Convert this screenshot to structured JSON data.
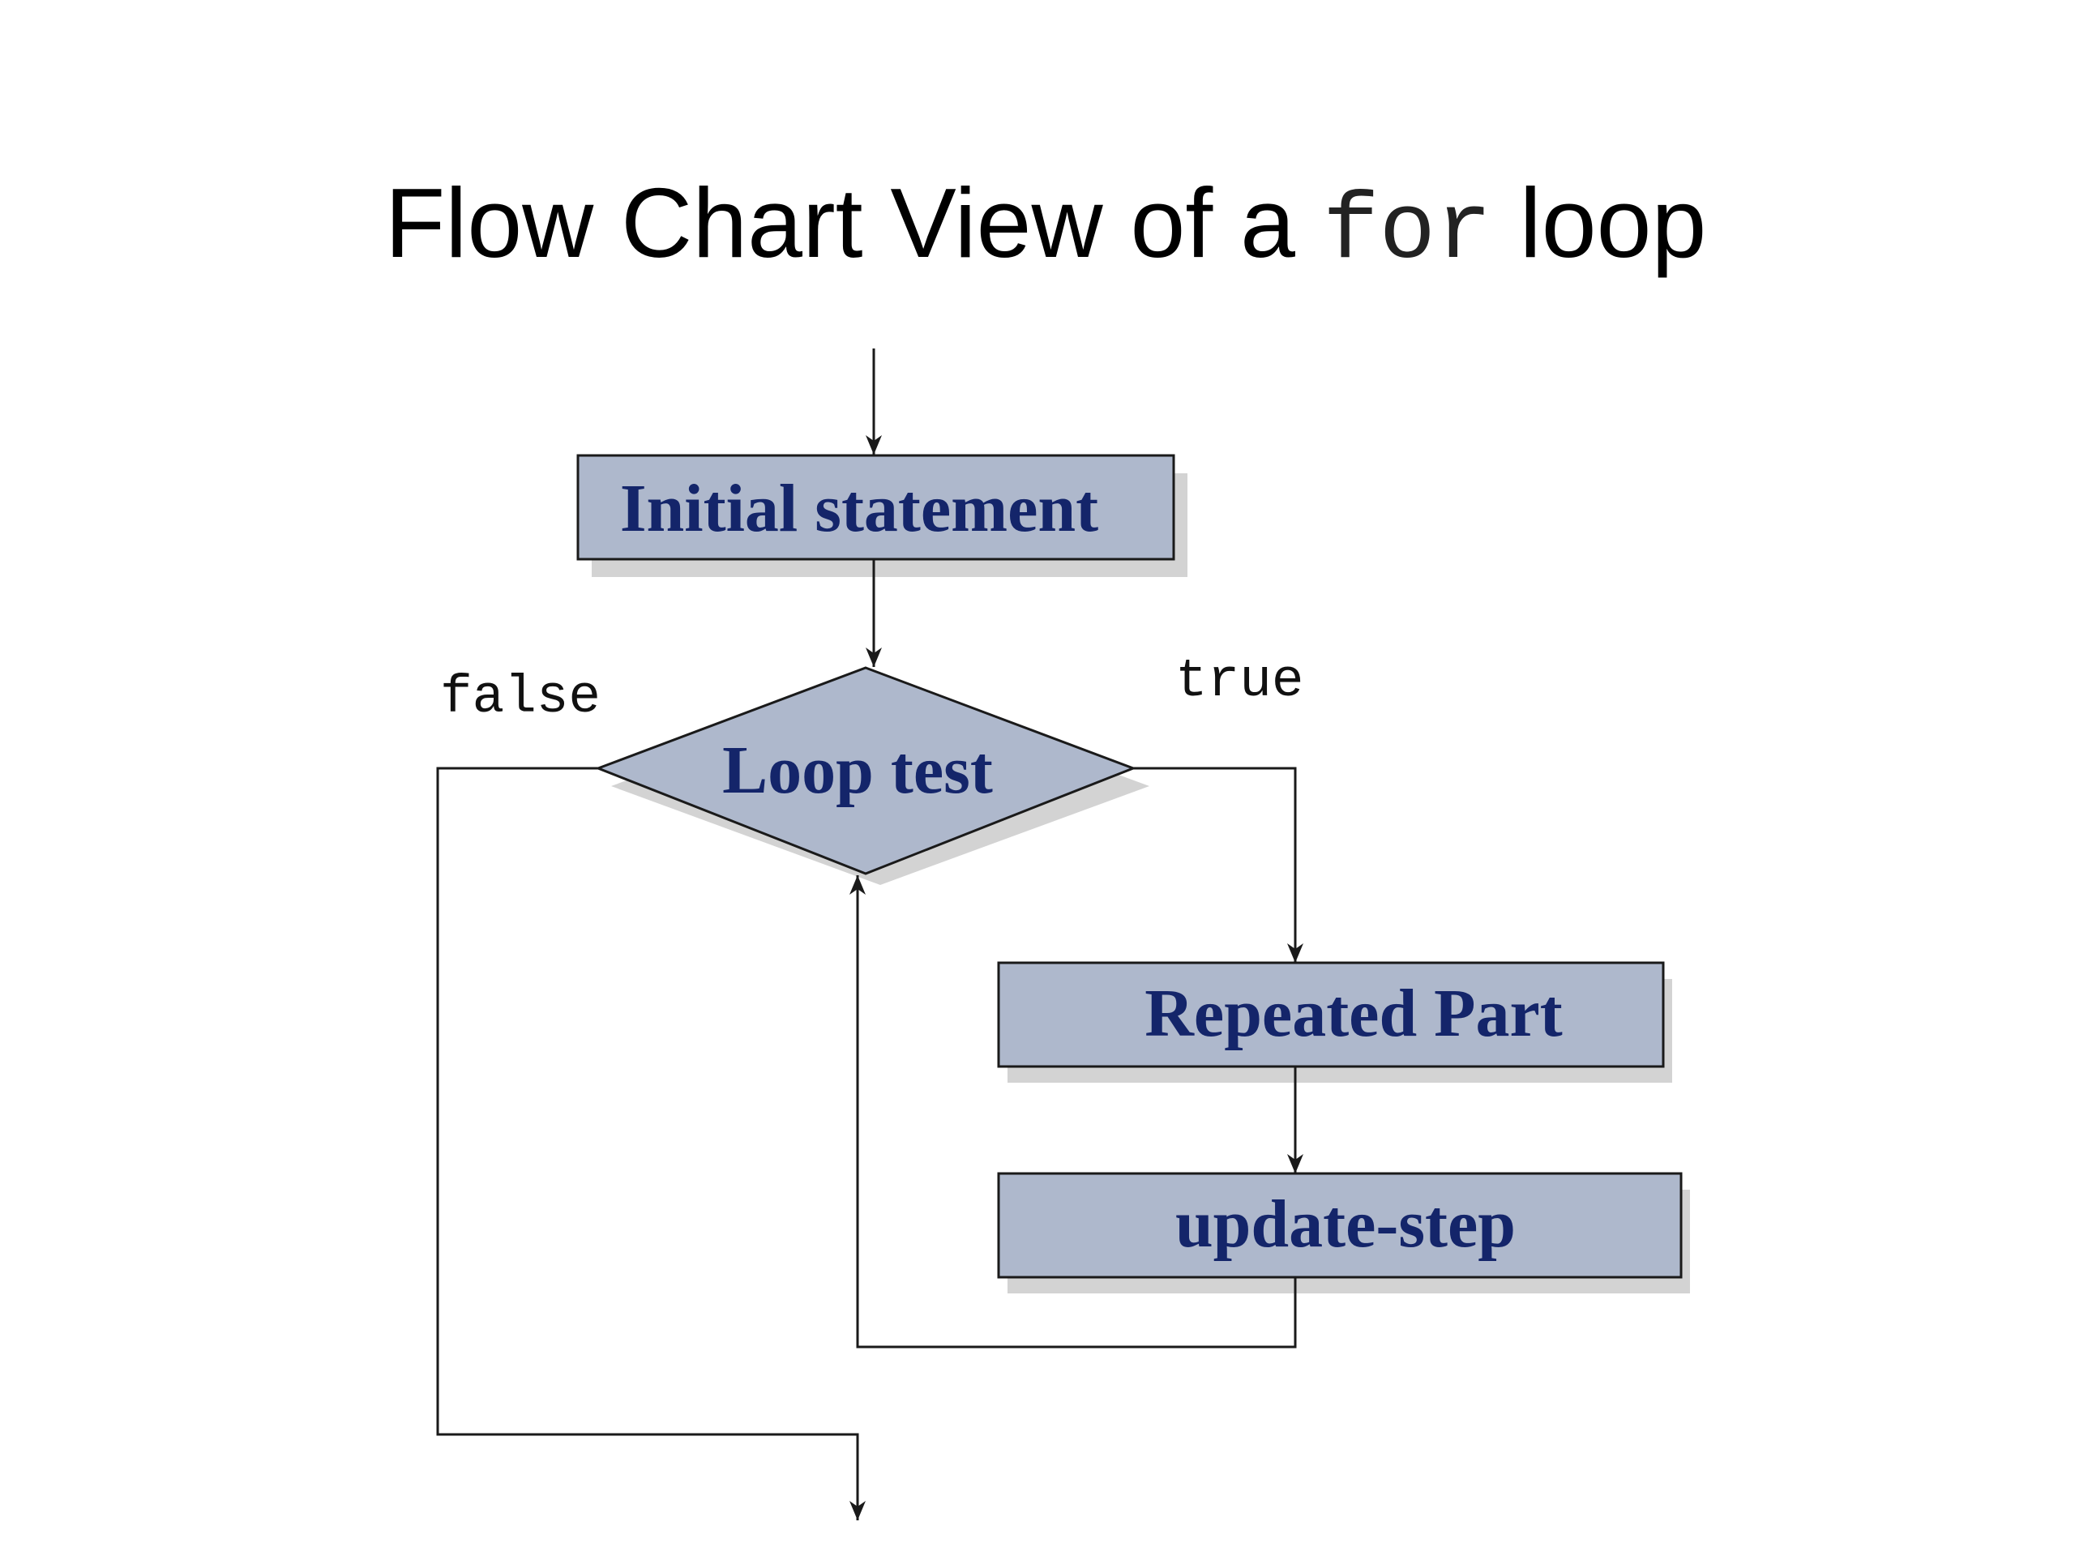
{
  "title": {
    "prefix": "Flow Chart View of a ",
    "code": "for",
    "suffix": " loop"
  },
  "nodes": {
    "initial": "Initial statement",
    "test": "Loop test",
    "repeated": "Repeated Part",
    "update": "update-step"
  },
  "branches": {
    "false_label": "false",
    "true_label": "true"
  },
  "colors": {
    "node_fill": "#aeb8cc",
    "node_text": "#14256a",
    "line": "#1a1a1a"
  }
}
